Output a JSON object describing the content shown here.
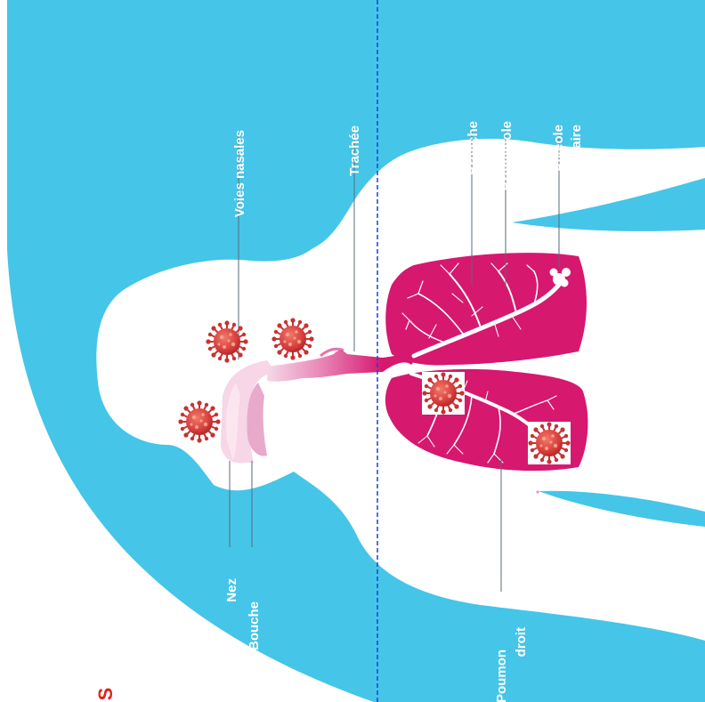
{
  "labels": {
    "nasal": "Voies nasales",
    "trachea": "Trachée",
    "bronchus": "Bronche",
    "bronchiole": "Bronchiole",
    "alveolus_1": "Alvéole",
    "alveolus_2": "pulmonaire",
    "nose": "Nez",
    "mouth": "Bouche",
    "lung_1": "Poumon",
    "lung_2": "droit"
  },
  "corner_mark": "S",
  "colors": {
    "background": "#45c5e8",
    "body": "#ffffff",
    "lung": "#d6186f",
    "airway": "#e98ab8",
    "leader_line": "#5a6a78",
    "divider": "#1f3fe0",
    "virus": "#d63b3b",
    "corner_mark": "#e2231a"
  }
}
